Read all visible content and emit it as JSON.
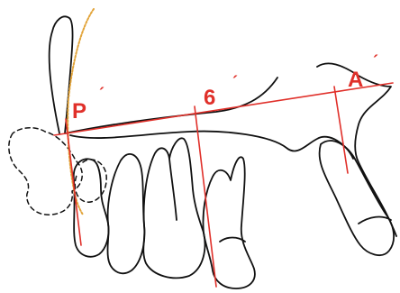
{
  "colors": {
    "outline": "#111111",
    "reference_lines": "#e0302a",
    "labels": "#e0302a",
    "incisor_profile": "#e2a43a"
  },
  "labels": {
    "p": "P",
    "p_prime": "´",
    "six": "6",
    "six_prime": "´",
    "a": "A",
    "a_prime": "´"
  }
}
